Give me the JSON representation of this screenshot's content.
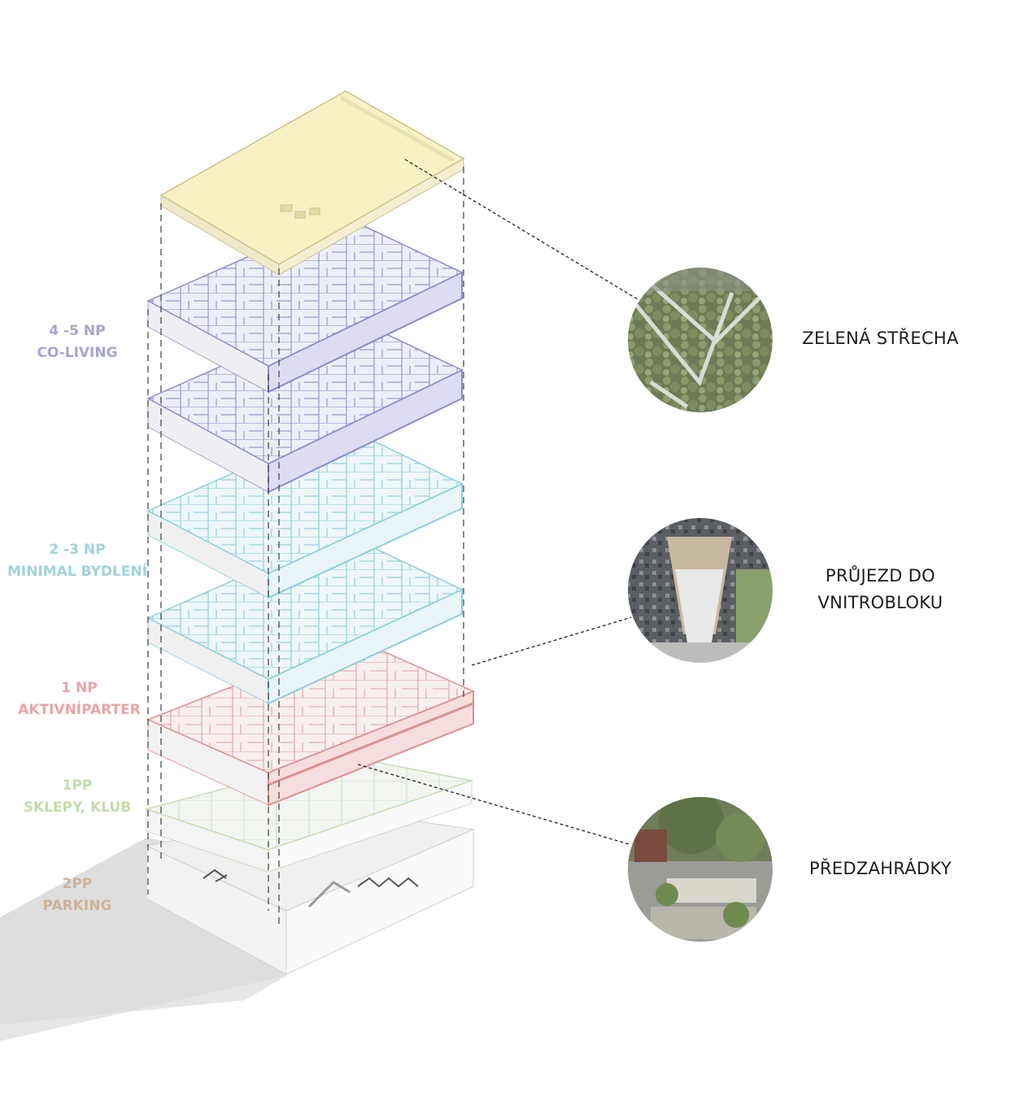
{
  "floors": [
    {
      "id": "coliving",
      "level": "4 -5 NP",
      "name": "CO-LIVING",
      "color": "#a6a5d0"
    },
    {
      "id": "minimal",
      "level": "2 -3 NP",
      "name": "MINIMAL BYDLENÍ",
      "color": "#9fd3df"
    },
    {
      "id": "parter",
      "level": "1 NP",
      "name": "AKTIVNÍPARTER",
      "color": "#e9a5a5"
    },
    {
      "id": "sklepy",
      "level": "1PP",
      "name": "SKLEPY, KLUB",
      "color": "#c3dca9"
    },
    {
      "id": "parking",
      "level": "2PP",
      "name": "PARKING",
      "color": "#cdb29a"
    }
  ],
  "callouts": [
    {
      "id": "roof",
      "lines": [
        "ZELENÁ STŘECHA"
      ],
      "photo": "green-roof-photo"
    },
    {
      "id": "passage",
      "lines": [
        "PRŮJEZD DO",
        "VNITROBLOKU"
      ],
      "photo": "passage-photo"
    },
    {
      "id": "gardens",
      "lines": [
        "PŘEDZAHRÁDKY"
      ],
      "photo": "front-gardens-photo"
    }
  ],
  "colors": {
    "roof_fill": "#f7f1c4",
    "shadow": "#dcdcdc",
    "coliving_stroke": "#8c8bd0",
    "minimal_stroke": "#8ccfdc",
    "parter_stroke": "#e08f8f",
    "sklepy_stroke": "#c6dcb6",
    "base_fill": "#ececec"
  }
}
